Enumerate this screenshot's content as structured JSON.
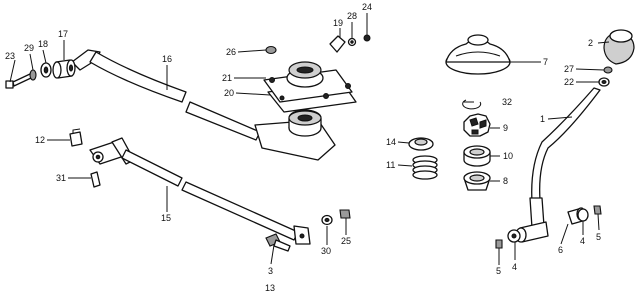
{
  "callouts": {
    "c1": "1",
    "c2": "2",
    "c3": "3",
    "c4a": "4",
    "c4b": "4",
    "c5a": "5",
    "c5b": "5",
    "c6": "6",
    "c7": "7",
    "c8": "8",
    "c9": "9",
    "c10": "10",
    "c11": "11",
    "c12": "12",
    "c13": "13",
    "c14": "14",
    "c15": "15",
    "c16": "16",
    "c17": "17",
    "c18": "18",
    "c19": "19",
    "c20": "20",
    "c21": "21",
    "c22": "22",
    "c23": "23",
    "c24": "24",
    "c25": "25",
    "c26": "26",
    "c27": "27",
    "c28": "28",
    "c29": "29",
    "c30": "30",
    "c31": "31",
    "c32": "32"
  }
}
